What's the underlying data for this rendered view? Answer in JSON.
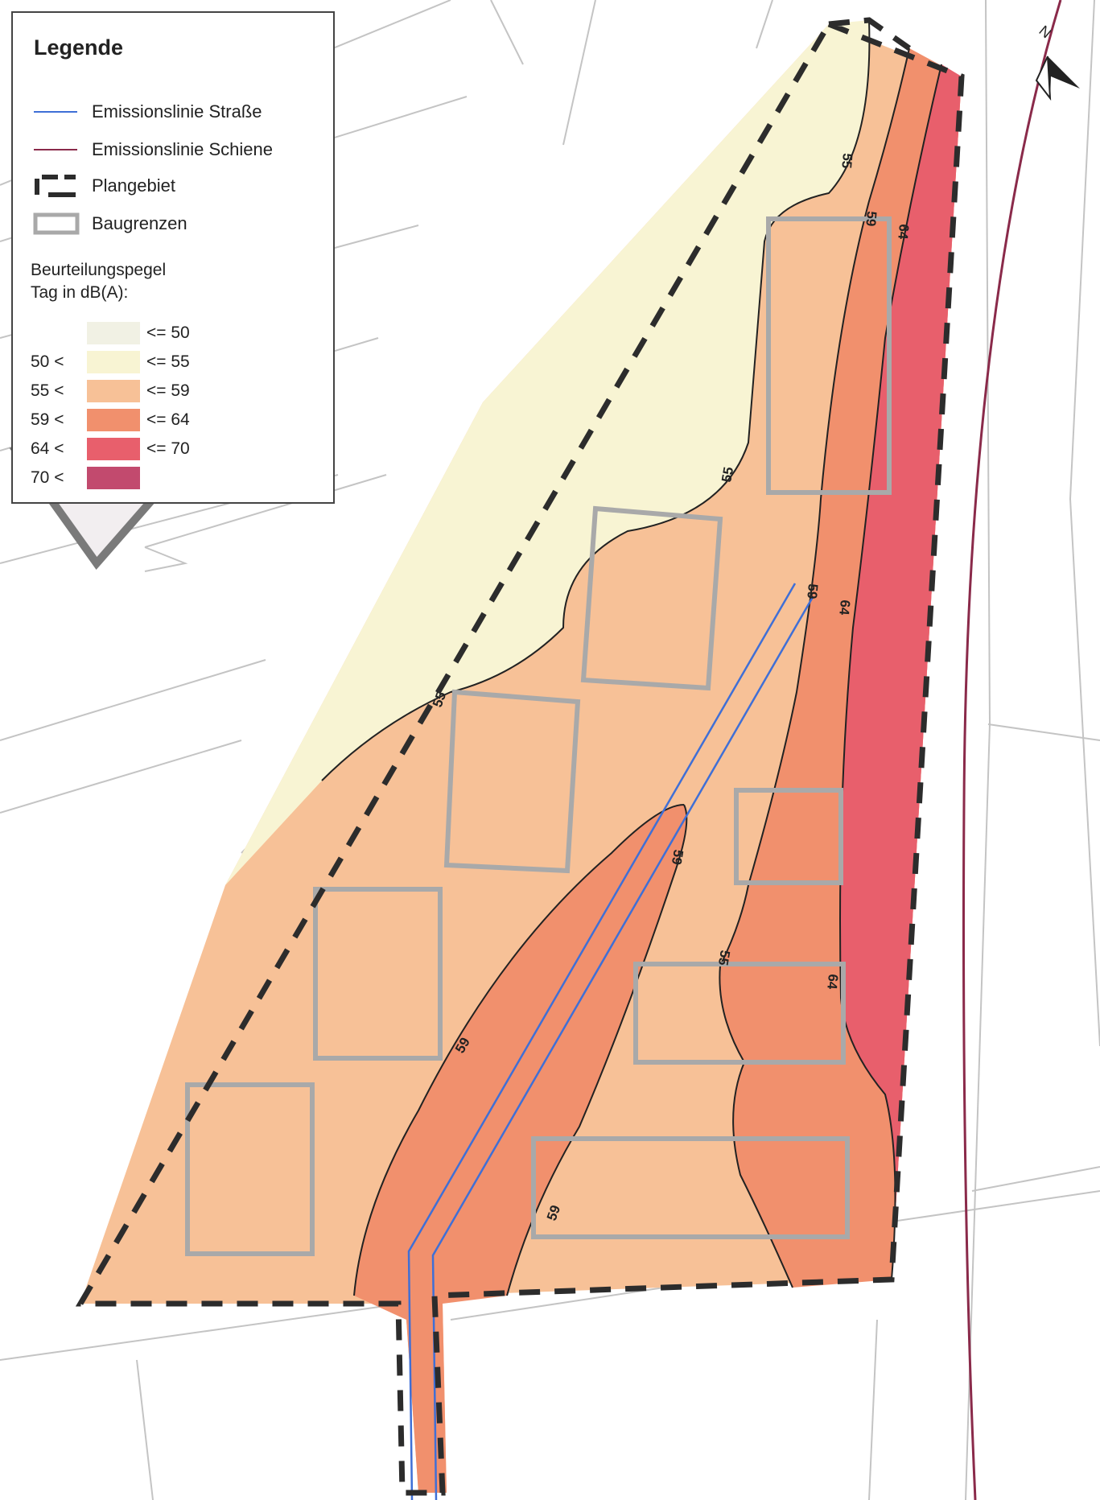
{
  "legend": {
    "title": "Legende",
    "items": [
      {
        "label": "Emissionslinie Straße",
        "symbol": "line",
        "color": "#3f6fd6"
      },
      {
        "label": "Emissionslinie Schiene",
        "symbol": "line",
        "color": "#8a2a4a"
      },
      {
        "label": "Plangebiet",
        "symbol": "dashed-box",
        "color": "#2c2c2c"
      },
      {
        "label": "Baugrenzen",
        "symbol": "box",
        "color": "#a9a9a9"
      }
    ],
    "level_title_line1": "Beurteilungspegel",
    "level_title_line2": "Tag in dB(A):",
    "classes": [
      {
        "lower": "",
        "upper": "<= 50",
        "color": "#f1f1e4"
      },
      {
        "lower": "50  <",
        "upper": "<= 55",
        "color": "#f8f4d3"
      },
      {
        "lower": "55  <",
        "upper": "<= 59",
        "color": "#f7c197"
      },
      {
        "lower": "59  <",
        "upper": "<= 64",
        "color": "#f1906d"
      },
      {
        "lower": "64  <",
        "upper": "<= 70",
        "color": "#e85f6c"
      },
      {
        "lower": "70  <",
        "upper": "",
        "color": "#c24a6e"
      }
    ]
  },
  "contour_labels": [
    {
      "text": "55"
    },
    {
      "text": "55"
    },
    {
      "text": "55"
    },
    {
      "text": "55"
    },
    {
      "text": "59"
    },
    {
      "text": "59"
    },
    {
      "text": "59"
    },
    {
      "text": "59"
    },
    {
      "text": "59"
    },
    {
      "text": "64"
    },
    {
      "text": "64"
    },
    {
      "text": "64"
    }
  ],
  "north_arrow": {
    "letter": "N",
    "icon": "north-arrow-icon"
  }
}
